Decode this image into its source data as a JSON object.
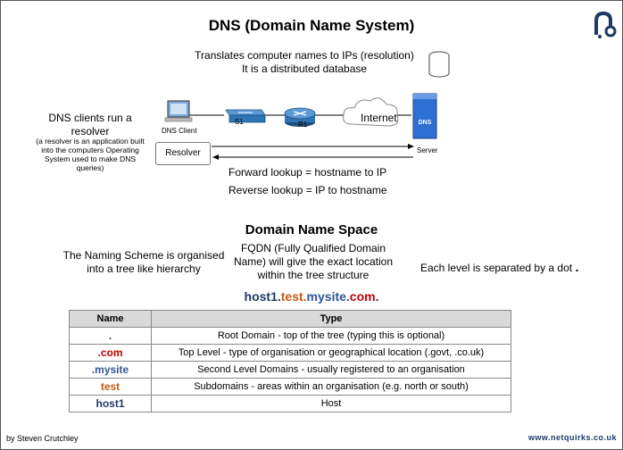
{
  "header": {
    "title": "DNS (Domain Name System)",
    "subtitle_line1": "Translates computer names to IPs (resolution)",
    "subtitle_line2": "It is a distributed database"
  },
  "network": {
    "client_label": "DNS Client",
    "switch_label": "S1",
    "router_label": "R1",
    "cloud_label": "Internet",
    "server_label": "Server",
    "server_box_text": "DNS",
    "resolver_label": "Resolver"
  },
  "clients": {
    "title_line1": "DNS clients run a",
    "title_line2": "resolver",
    "note_line1": "(a resolver is an application built",
    "note_line2": "into the computers Operating",
    "note_line3": "System used to make DNS",
    "note_line4": "queries)"
  },
  "lookups": {
    "forward": "Forward lookup = hostname to IP",
    "reverse": "Reverse lookup = IP to hostname"
  },
  "namespace": {
    "title": "Domain Name Space",
    "naming_line1": "The Naming Scheme is organised",
    "naming_line2": "into a tree like hierarchy",
    "fqdn_line1": "FQDN (Fully Qualified Domain",
    "fqdn_line2": "Name) will give the exact location",
    "fqdn_line3": "within the tree structure",
    "each_level": "Each level is separated by a dot",
    "each_level_dot": ".",
    "hostname_parts": {
      "host": "host1.",
      "test": "test.",
      "mysite": "mysite.",
      "com": "com",
      "root": "."
    }
  },
  "table": {
    "headers": [
      "Name",
      "Type"
    ],
    "rows": [
      {
        "name": ".",
        "type": "Root Domain - top of the tree (typing this is optional)"
      },
      {
        "name": ".com",
        "type": "Top Level - type of organisation or geographical location (.govt, .co.uk)"
      },
      {
        "name": ".mysite",
        "type": "Second Level Domains - usually registered to an organisation"
      },
      {
        "name": "test",
        "type": "Subdomains - areas within an organisation (e.g. north or south)"
      },
      {
        "name": "host1",
        "type": "Host"
      }
    ]
  },
  "colors": {
    "host": "#1f3864",
    "test": "#c55a11",
    "mysite": "#2f5597",
    "com": "#c00000",
    "root": "#1f3864",
    "server_blue": "#2e6fd3"
  },
  "footer": {
    "author": "by Steven Crutchley",
    "website": "www.netquirks.co.uk"
  }
}
